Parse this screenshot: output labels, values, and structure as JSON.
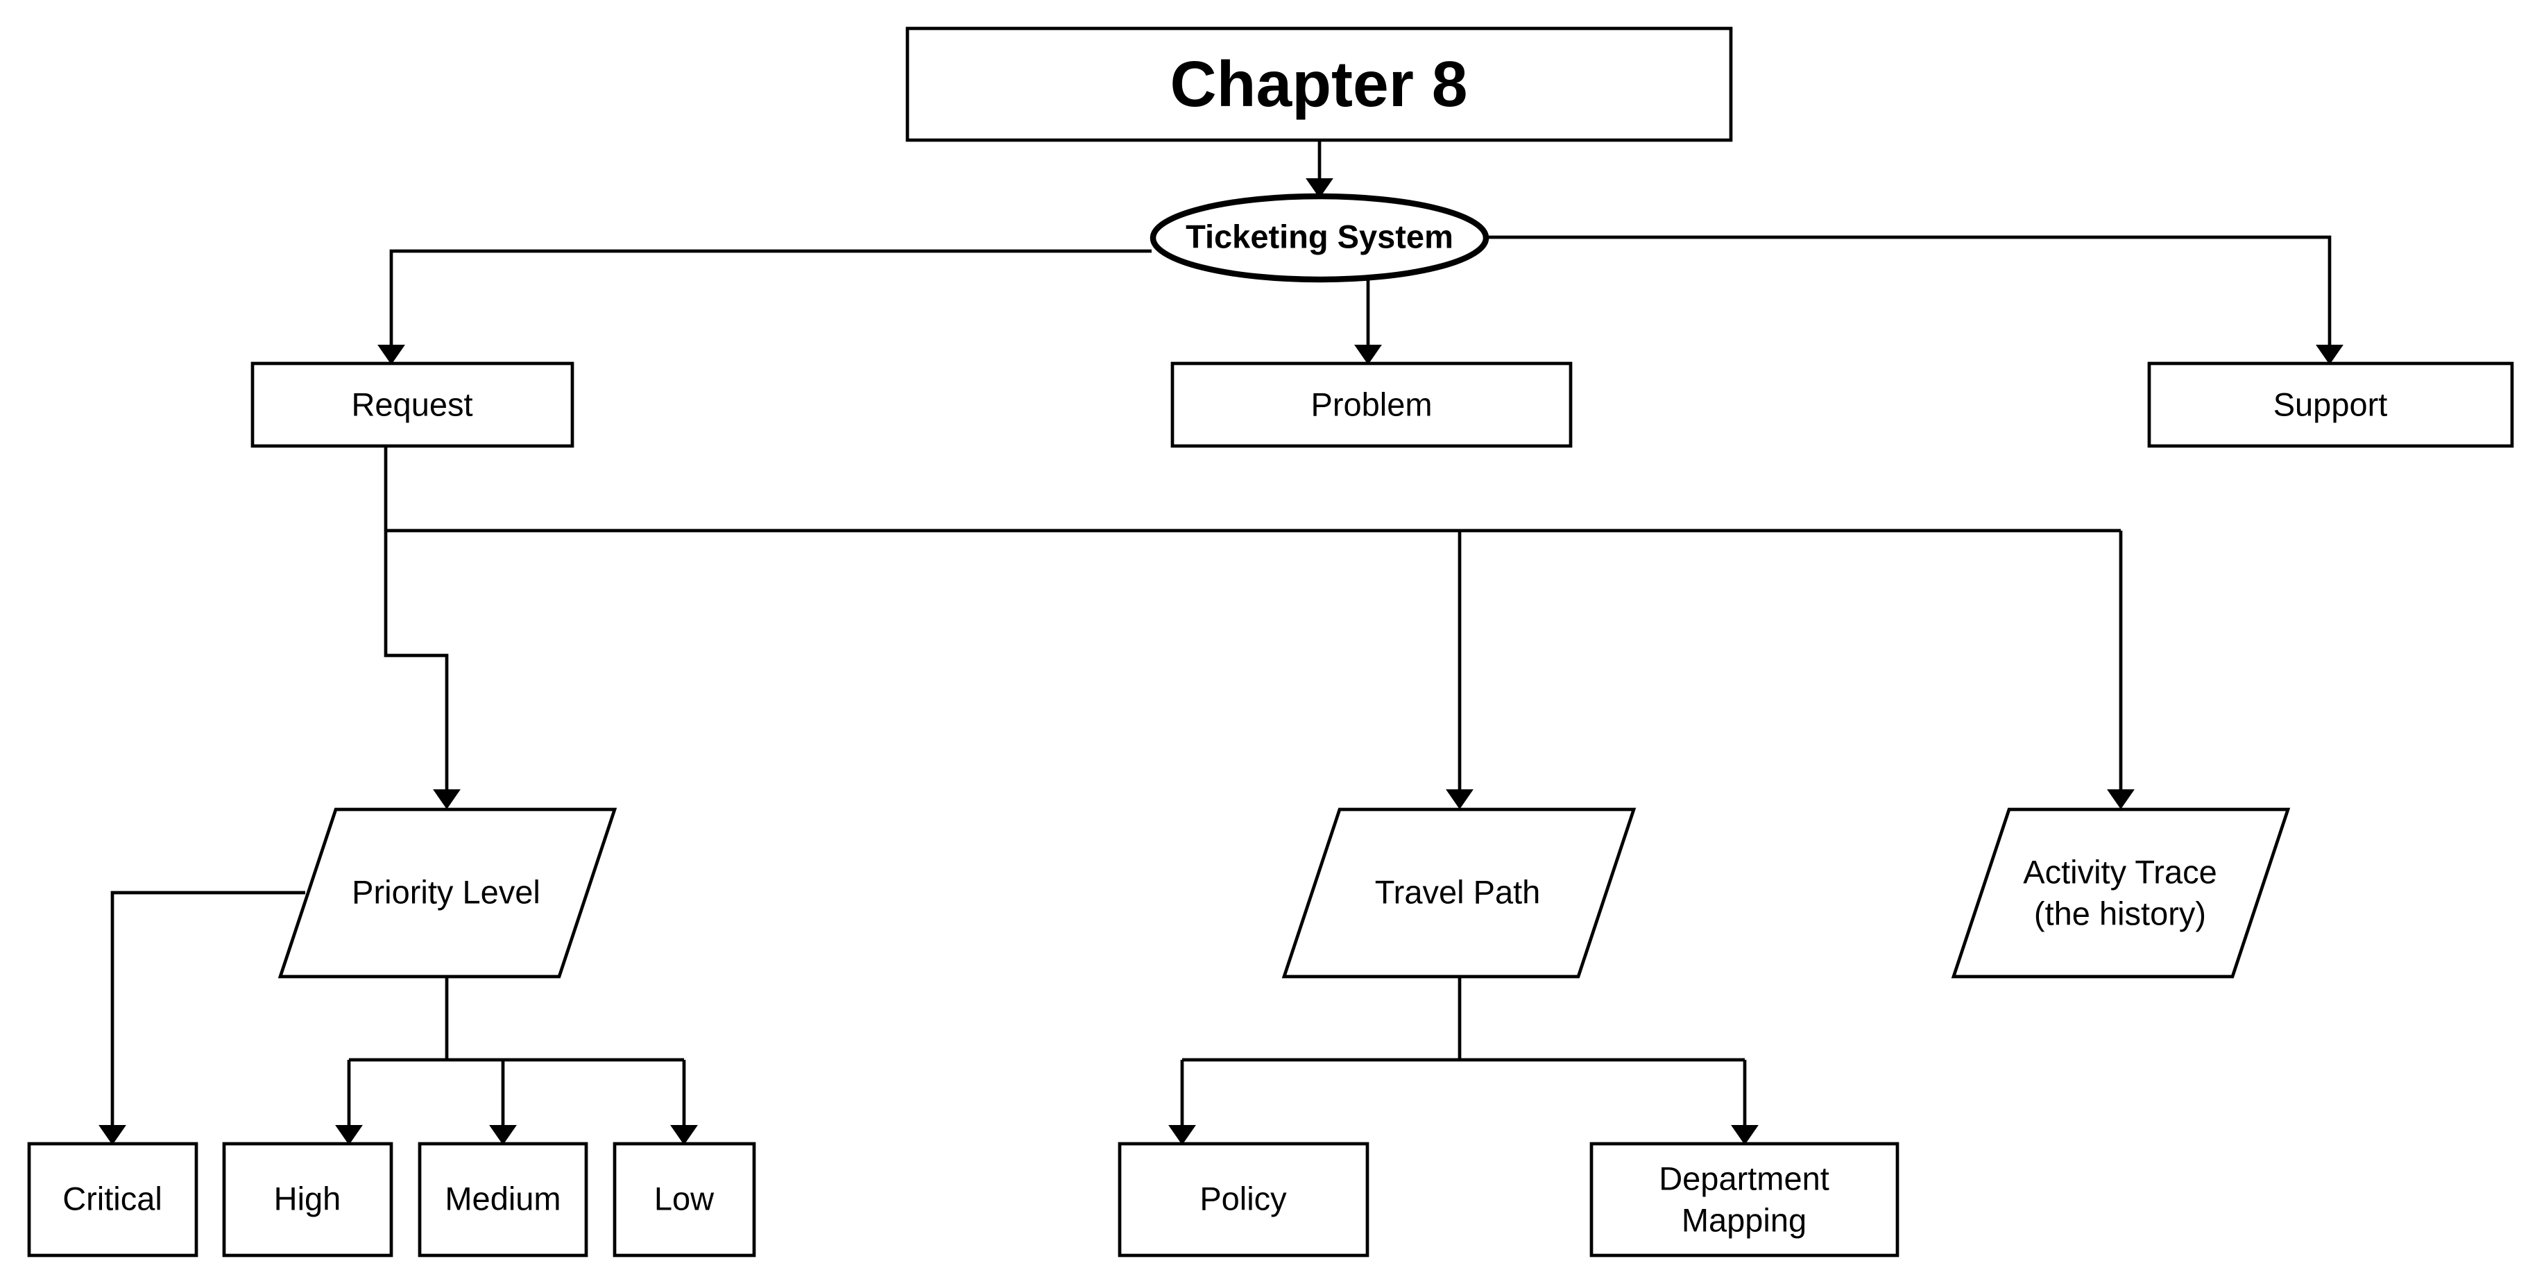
{
  "diagram": {
    "title": "Chapter 8",
    "root": "Ticketing System",
    "categories": {
      "request": "Request",
      "problem": "Problem",
      "support": "Support"
    },
    "attributes": {
      "priority_level": "Priority Level",
      "travel_path": "Travel Path",
      "activity_trace": [
        "Activity Trace",
        "(the history)"
      ]
    },
    "priority_levels": {
      "critical": "Critical",
      "high": "High",
      "medium": "Medium",
      "low": "Low"
    },
    "travel_path_items": {
      "policy": "Policy",
      "department_mapping": [
        "Department",
        "Mapping"
      ]
    }
  }
}
